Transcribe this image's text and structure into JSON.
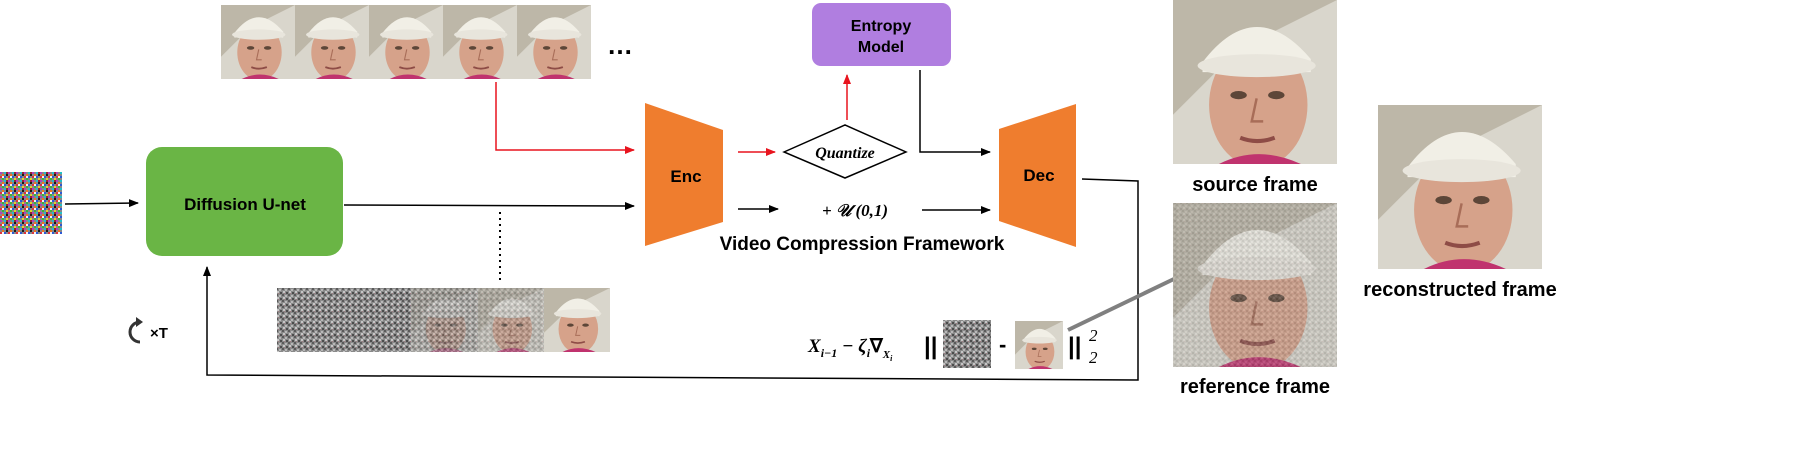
{
  "blocks": {
    "diffusion_unet": "Diffusion U-net",
    "encoder": "Enc",
    "decoder": "Dec",
    "entropy_model_line1": "Entropy",
    "entropy_model_line2": "Model",
    "quantize": "Quantize",
    "uniform_noise": "+ 𝒰 (0,1)"
  },
  "framework_title": "Video Compression Framework",
  "ellipsis": "…",
  "loop_label": "×T",
  "guidance_formula": {
    "prefix": "X",
    "prefix_sub": "i−1",
    "minus_zeta": " − ζ",
    "zeta_sub": "i",
    "nabla": "∇",
    "nabla_sub": "X",
    "nabla_sub_sub": "i",
    "norm_open": "||",
    "minus": "-",
    "norm_close": "||",
    "power": "2",
    "subscript": "2"
  },
  "frame_captions": {
    "source": "source frame",
    "reference": "reference frame",
    "reconstructed": "reconstructed frame"
  },
  "colors": {
    "unet_green": "#6ab545",
    "encoder_orange": "#ef7d2e",
    "entropy_purple": "#b07ee0",
    "arrow_red": "#e8141e",
    "arrow_black": "#000000"
  }
}
